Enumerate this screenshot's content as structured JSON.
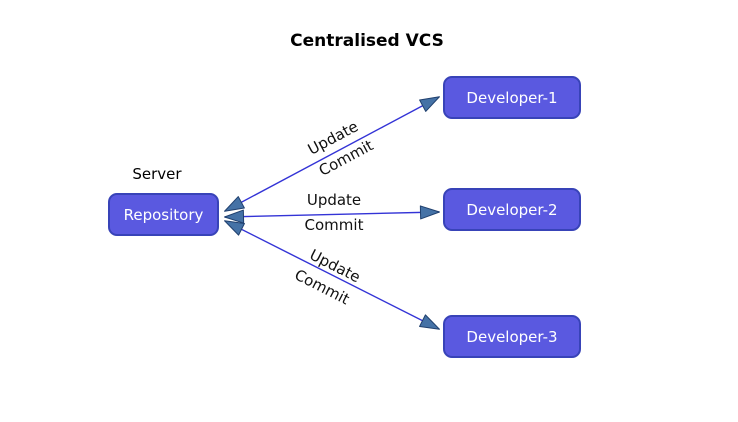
{
  "diagram": {
    "title": "Centralised VCS",
    "server_label": "Server",
    "nodes": {
      "repository": {
        "label": "Repository",
        "role": "server"
      },
      "developer1": {
        "label": "Developer-1",
        "role": "client"
      },
      "developer2": {
        "label": "Developer-2",
        "role": "client"
      },
      "developer3": {
        "label": "Developer-3",
        "role": "client"
      }
    },
    "connections": [
      {
        "from": "Repository",
        "to": "Developer-1",
        "direction": "bidirectional",
        "update_label": "Update",
        "commit_label": "Commit"
      },
      {
        "from": "Repository",
        "to": "Developer-2",
        "direction": "bidirectional",
        "update_label": "Update",
        "commit_label": "Commit"
      },
      {
        "from": "Repository",
        "to": "Developer-3",
        "direction": "bidirectional",
        "update_label": "Update",
        "commit_label": "Commit"
      }
    ],
    "colors": {
      "background": "#ffffff",
      "node_fill": "#5a59e0",
      "node_border": "#3843b8",
      "node_text": "#ffffff",
      "edge_line": "#3333d6",
      "arrowhead_fill": "#4572a6",
      "arrowhead_stroke": "#20406e",
      "label_text": "#111111",
      "title_text": "#000000"
    }
  }
}
